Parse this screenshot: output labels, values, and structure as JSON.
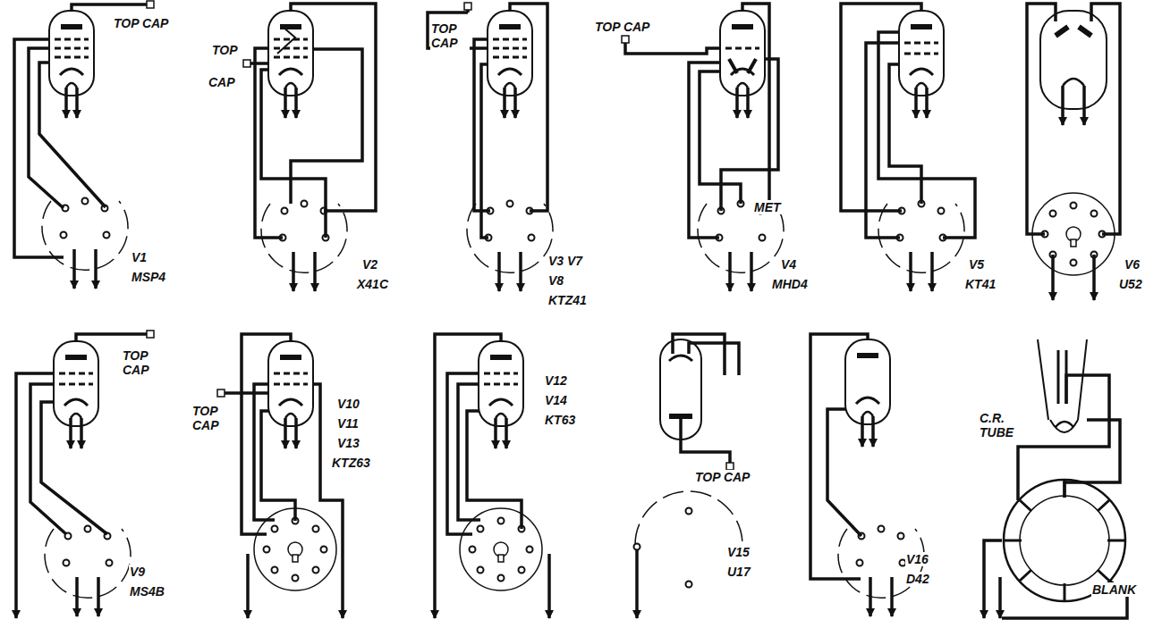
{
  "diagram": {
    "labels": [
      "TOP CAP",
      "V1",
      "MSP4",
      "TOP",
      "CAP",
      "V2",
      "X41C",
      "TOP CAP",
      "V3 V7",
      "V8",
      "KTZ41",
      "TOP CAP",
      "MET",
      "V4",
      "MHD4",
      "V5",
      "KT41",
      "V6",
      "U52",
      "TOP CAP",
      "V9",
      "MS4B",
      "TOP CAP",
      "V10",
      "V11",
      "V13",
      "KTZ63",
      "V12",
      "V14",
      "KT63",
      "V15",
      "U17",
      "TOP CAP",
      "V16",
      "D42",
      "C.R. TUBE",
      "BLANK"
    ]
  }
}
